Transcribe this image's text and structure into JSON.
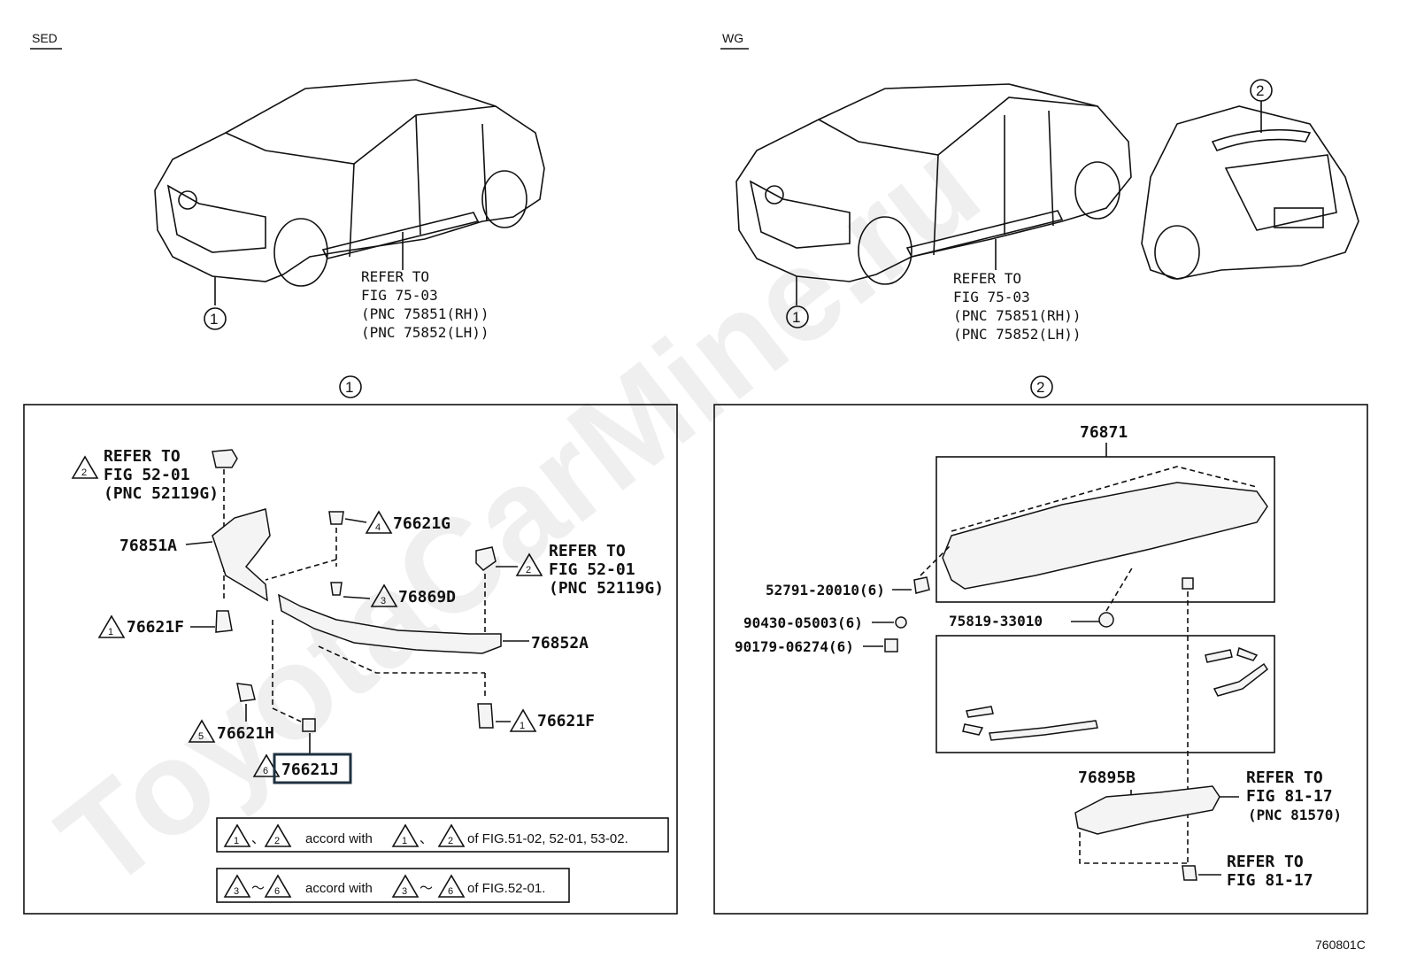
{
  "sections": {
    "sed": "SED",
    "wg": "WG"
  },
  "markers": {
    "one": "1",
    "two": "2"
  },
  "refer": {
    "refer_to": "REFER TO",
    "fig_75_03": "FIG 75-03",
    "pnc_rh": "(PNC 75851(RH))",
    "pnc_lh": "(PNC 75852(LH))",
    "fig_52_01": "FIG 52-01",
    "pnc_52119g": "(PNC 52119G)",
    "fig_81_17": "FIG 81-17",
    "pnc_81570": "(PNC 81570)"
  },
  "parts": {
    "p76851A": "76851A",
    "p76621G": "76621G",
    "p76869D": "76869D",
    "p76621F": "76621F",
    "p76852A": "76852A",
    "p76621H": "76621H",
    "p76621J": "76621J",
    "p76871": "76871",
    "p52791": "52791-20010(6)",
    "p90430": "90430-05003(6)",
    "p90179": "90179-06274(6)",
    "p75819": "75819-33010",
    "p76895B": "76895B"
  },
  "triangles": {
    "t1": "1",
    "t2": "2",
    "t3": "3",
    "t4": "4",
    "t5": "5",
    "t6": "6"
  },
  "notes": {
    "sep1": "、",
    "tilde": "〜",
    "accord": "accord with",
    "fig_a": "of FIG.51-02, 52-01, 53-02.",
    "fig_b": "of FIG.52-01."
  },
  "watermark": "ToyotaCarMine.ru",
  "code": "760801C",
  "colors": {
    "ink": "#111111",
    "highlight": "#1f3140"
  }
}
